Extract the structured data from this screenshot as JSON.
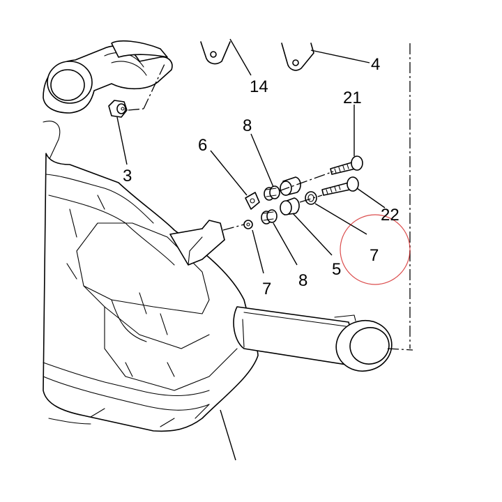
{
  "callouts": {
    "c3": "3",
    "c4": "4",
    "c5": "5",
    "c6": "6",
    "c7a": "7",
    "c7b": "7",
    "c8a": "8",
    "c8b": "8",
    "c14": "14",
    "c21": "21",
    "c22": "22"
  },
  "highlight_color": "#cc0000"
}
